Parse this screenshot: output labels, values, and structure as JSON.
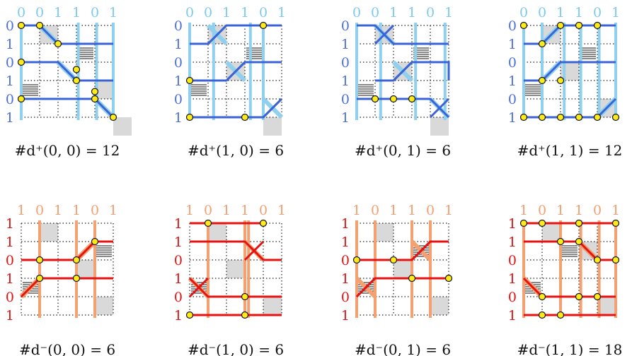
{
  "colors": {
    "plus_dark": "#3a63d6",
    "plus_light": "#8fd0ef",
    "plus_label": "#4c6fe0",
    "plus_top": "#7fcaf0",
    "minus_dark": "#e51212",
    "minus_light": "#f4a071",
    "minus_label": "#e51212",
    "minus_top": "#f4a071",
    "node_fill": "#ffeb1a",
    "shade": "#d9d9d9"
  },
  "panels": [
    {
      "kind": "plus",
      "top": [
        "0",
        "0",
        "1",
        "1",
        "0",
        "1"
      ],
      "left": [
        "0",
        "1",
        "0",
        "1",
        "0",
        "1"
      ],
      "caption": "#d⁺(0, 0) = 12"
    },
    {
      "kind": "plus",
      "top": [
        "0",
        "0",
        "1",
        "1",
        "0",
        "1"
      ],
      "left": [
        "0",
        "1",
        "0",
        "1",
        "0",
        "1"
      ],
      "caption": "#d⁺(1, 0) = 6"
    },
    {
      "kind": "plus",
      "top": [
        "0",
        "0",
        "1",
        "1",
        "0",
        "1"
      ],
      "left": [
        "0",
        "1",
        "0",
        "1",
        "0",
        "1"
      ],
      "caption": "#d⁺(0, 1) = 6"
    },
    {
      "kind": "plus",
      "top": [
        "0",
        "0",
        "1",
        "1",
        "0",
        "1"
      ],
      "left": [
        "0",
        "1",
        "0",
        "1",
        "0",
        "1"
      ],
      "caption": "#d⁺(1, 1) = 12"
    },
    {
      "kind": "minus",
      "top": [
        "1",
        "0",
        "1",
        "1",
        "0",
        "1"
      ],
      "left": [
        "1",
        "1",
        "0",
        "1",
        "0",
        "1"
      ],
      "caption": "#d⁻(0, 0) = 6"
    },
    {
      "kind": "minus",
      "top": [
        "1",
        "0",
        "1",
        "1",
        "0",
        "1"
      ],
      "left": [
        "1",
        "1",
        "0",
        "1",
        "0",
        "1"
      ],
      "caption": "#d⁻(1, 0) = 6"
    },
    {
      "kind": "minus",
      "top": [
        "1",
        "0",
        "1",
        "1",
        "0",
        "1"
      ],
      "left": [
        "1",
        "1",
        "0",
        "1",
        "0",
        "1"
      ],
      "caption": "#d⁻(0, 1) = 6"
    },
    {
      "kind": "minus",
      "top": [
        "1",
        "0",
        "1",
        "1",
        "0",
        "1"
      ],
      "left": [
        "1",
        "1",
        "0",
        "1",
        "0",
        "1"
      ],
      "caption": "#d⁻(1, 1) = 18"
    }
  ]
}
